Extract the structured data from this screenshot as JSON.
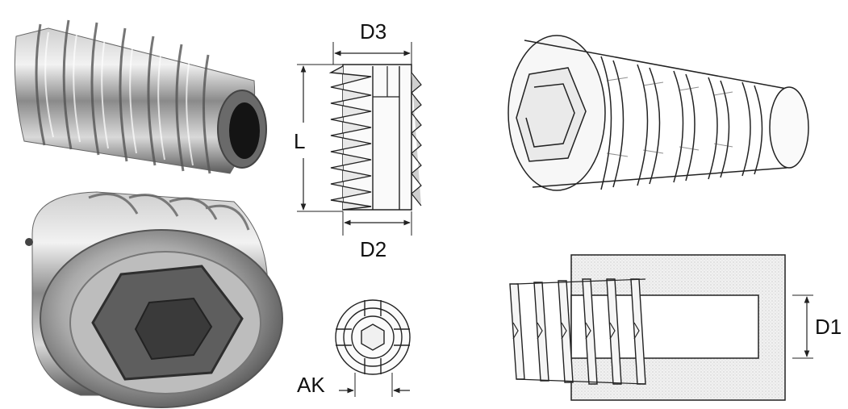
{
  "labels": {
    "d3": "D3",
    "l": "L",
    "d2": "D2",
    "ak": "AK",
    "d1": "D1"
  },
  "figures": [
    {
      "name": "threaded-insert-photo-side",
      "kind": "photo"
    },
    {
      "name": "threaded-insert-photo-hex-end",
      "kind": "photo"
    },
    {
      "name": "insert-dimension-section",
      "kind": "technical-drawing"
    },
    {
      "name": "insert-end-view",
      "kind": "technical-drawing"
    },
    {
      "name": "insert-perspective-sketch",
      "kind": "technical-drawing"
    },
    {
      "name": "insert-installed-section",
      "kind": "technical-drawing"
    }
  ],
  "colors": {
    "metal_dark": "#4a4a4a",
    "metal_mid": "#9a9a9a",
    "metal_light": "#e6e6e6",
    "line": "#222222",
    "wood_fill": "#ececec"
  }
}
